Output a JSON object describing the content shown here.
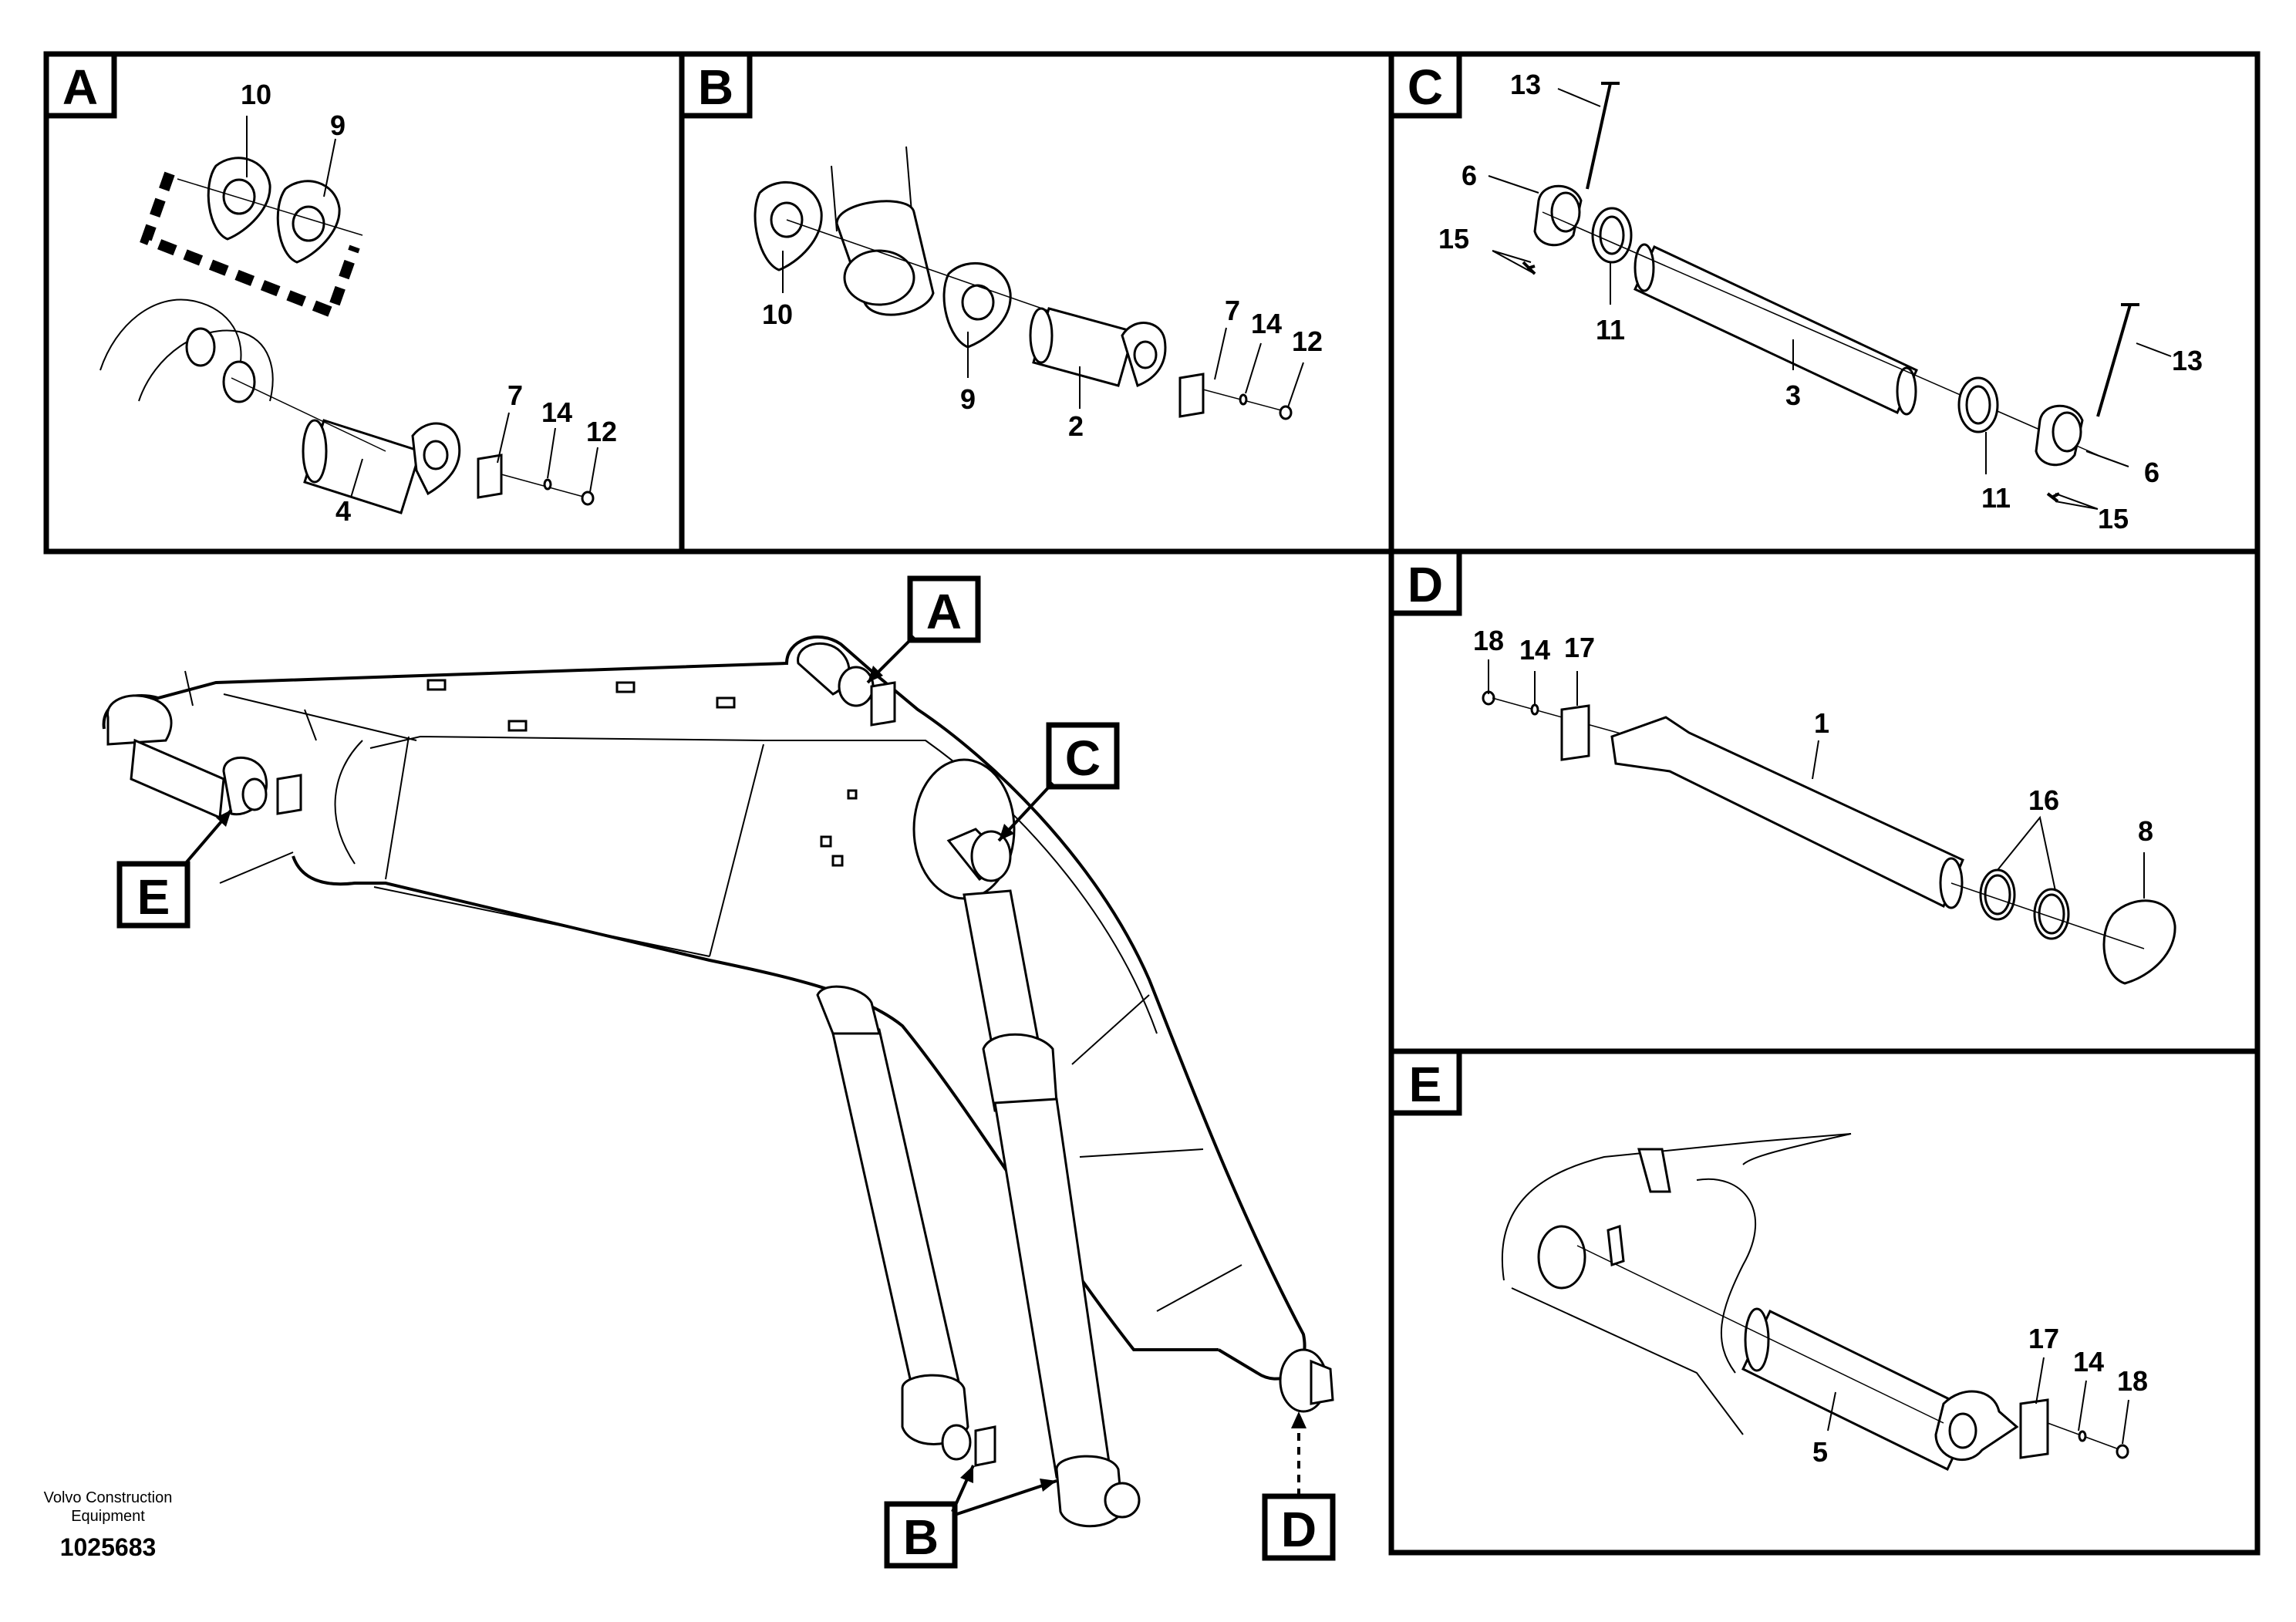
{
  "panels": {
    "A": {
      "tag": "A",
      "callouts": {
        "c10": "10",
        "c9": "9",
        "c7": "7",
        "c14": "14",
        "c12": "12",
        "c4": "4"
      }
    },
    "B": {
      "tag": "B",
      "callouts": {
        "c10": "10",
        "c9": "9",
        "c2": "2",
        "c7": "7",
        "c14": "14",
        "c12": "12"
      }
    },
    "C": {
      "tag": "C",
      "callouts": {
        "c13a": "13",
        "c6a": "6",
        "c15a": "15",
        "c11a": "11",
        "c3": "3",
        "c11b": "11",
        "c13b": "13",
        "c6b": "6",
        "c15b": "15"
      }
    },
    "D": {
      "tag": "D",
      "callouts": {
        "c18": "18",
        "c14": "14",
        "c17": "17",
        "c1": "1",
        "c16": "16",
        "c8": "8"
      }
    },
    "E": {
      "tag": "E",
      "callouts": {
        "c17": "17",
        "c14": "14",
        "c18": "18",
        "c5": "5"
      }
    }
  },
  "main_view": {
    "labels": {
      "A": "A",
      "B": "B",
      "C": "C",
      "D": "D",
      "E": "E"
    }
  },
  "footer": {
    "brand": "Volvo Construction\nEquipment",
    "brand_line1": "Volvo Construction",
    "brand_line2": "Equipment",
    "doc_number": "1025683"
  }
}
